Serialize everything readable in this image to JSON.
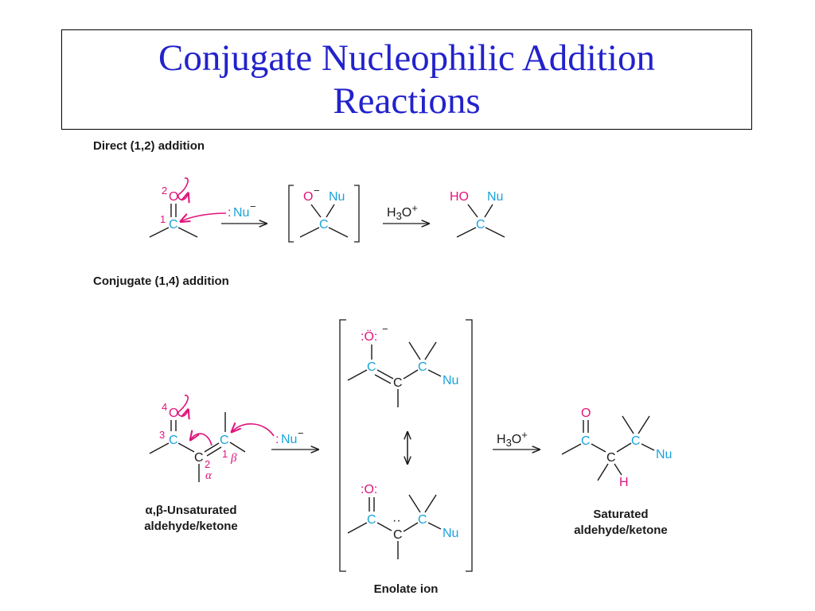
{
  "slide": {
    "title_line1": "Conjugate Nucleophilic Addition",
    "title_line2": "Reactions"
  },
  "direct": {
    "label": "Direct (1,2) addition",
    "reactant": {
      "locant_o": "2",
      "locant_c": "1",
      "atom_o": "O",
      "atom_c": "C"
    },
    "nucleophile": {
      "lone_pair": ":",
      "text": "Nu",
      "charge": "−"
    },
    "intermediate": {
      "o": "O",
      "o_charge": "−",
      "nu": "Nu",
      "c": "C"
    },
    "reagent": {
      "h": "H",
      "sub": "3",
      "o": "O",
      "charge": "+"
    },
    "product": {
      "ho": "HO",
      "nu": "Nu",
      "c": "C"
    }
  },
  "conjugate": {
    "label": "Conjugate (1,4) addition",
    "reactant": {
      "locant_o": "4",
      "locant_c3": "3",
      "locant_c2": "2",
      "locant_c1": "1",
      "atom_o": "O",
      "atom_c": "C",
      "alpha": "α",
      "beta": "β"
    },
    "nucleophile": {
      "lone_pair": ":",
      "text": "Nu",
      "charge": "−"
    },
    "reactant_caption_line1": "α,β-Unsaturated",
    "reactant_caption_line2": "aldehyde/ketone",
    "enolate": {
      "top": {
        "o_lone": ":Ö:",
        "o_charge": "−",
        "c": "C",
        "nu": "Nu"
      },
      "bottom": {
        "o_lone": ":O:",
        "c": "C",
        "carbanion_dots": "··",
        "nu": "Nu"
      },
      "caption": "Enolate ion"
    },
    "reagent": {
      "h": "H",
      "sub": "3",
      "o": "O",
      "charge": "+"
    },
    "product": {
      "o": "O",
      "c": "C",
      "nu": "Nu",
      "h": "H",
      "caption_line1": "Saturated",
      "caption_line2": "aldehyde/ketone"
    }
  },
  "colors": {
    "title": "#2222cc",
    "oxygen": "#e0147c",
    "carbon": "#1aa3dc",
    "nucleophile": "#1aa3dc",
    "bond": "#1a1a1a"
  }
}
